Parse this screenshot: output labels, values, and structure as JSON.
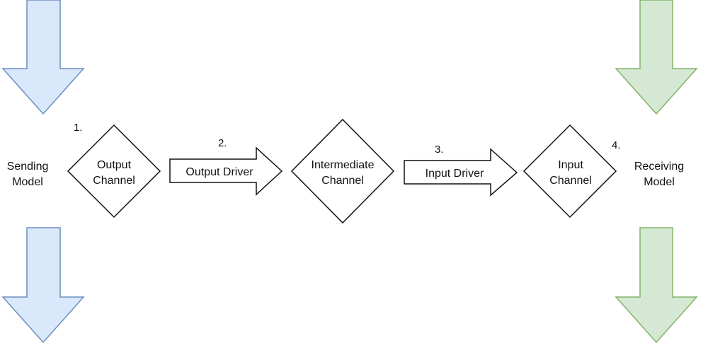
{
  "diagram": {
    "sending_model": {
      "line1": "Sending",
      "line2": "Model"
    },
    "receiving_model": {
      "line1": "Receiving",
      "line2": "Model"
    },
    "output_channel": {
      "line1": "Output",
      "line2": "Channel"
    },
    "intermediate_channel": {
      "line1": "Intermediate",
      "line2": "Channel"
    },
    "input_channel": {
      "line1": "Input",
      "line2": "Channel"
    },
    "output_driver": {
      "label": "Output Driver"
    },
    "input_driver": {
      "label": "Input Driver"
    },
    "steps": {
      "s1": "1.",
      "s2": "2.",
      "s3": "3.",
      "s4": "4."
    },
    "colors": {
      "blue_fill": "#dae8fc",
      "blue_stroke": "#6c8ebf",
      "green_fill": "#d5e8d4",
      "green_stroke": "#82b366"
    }
  }
}
